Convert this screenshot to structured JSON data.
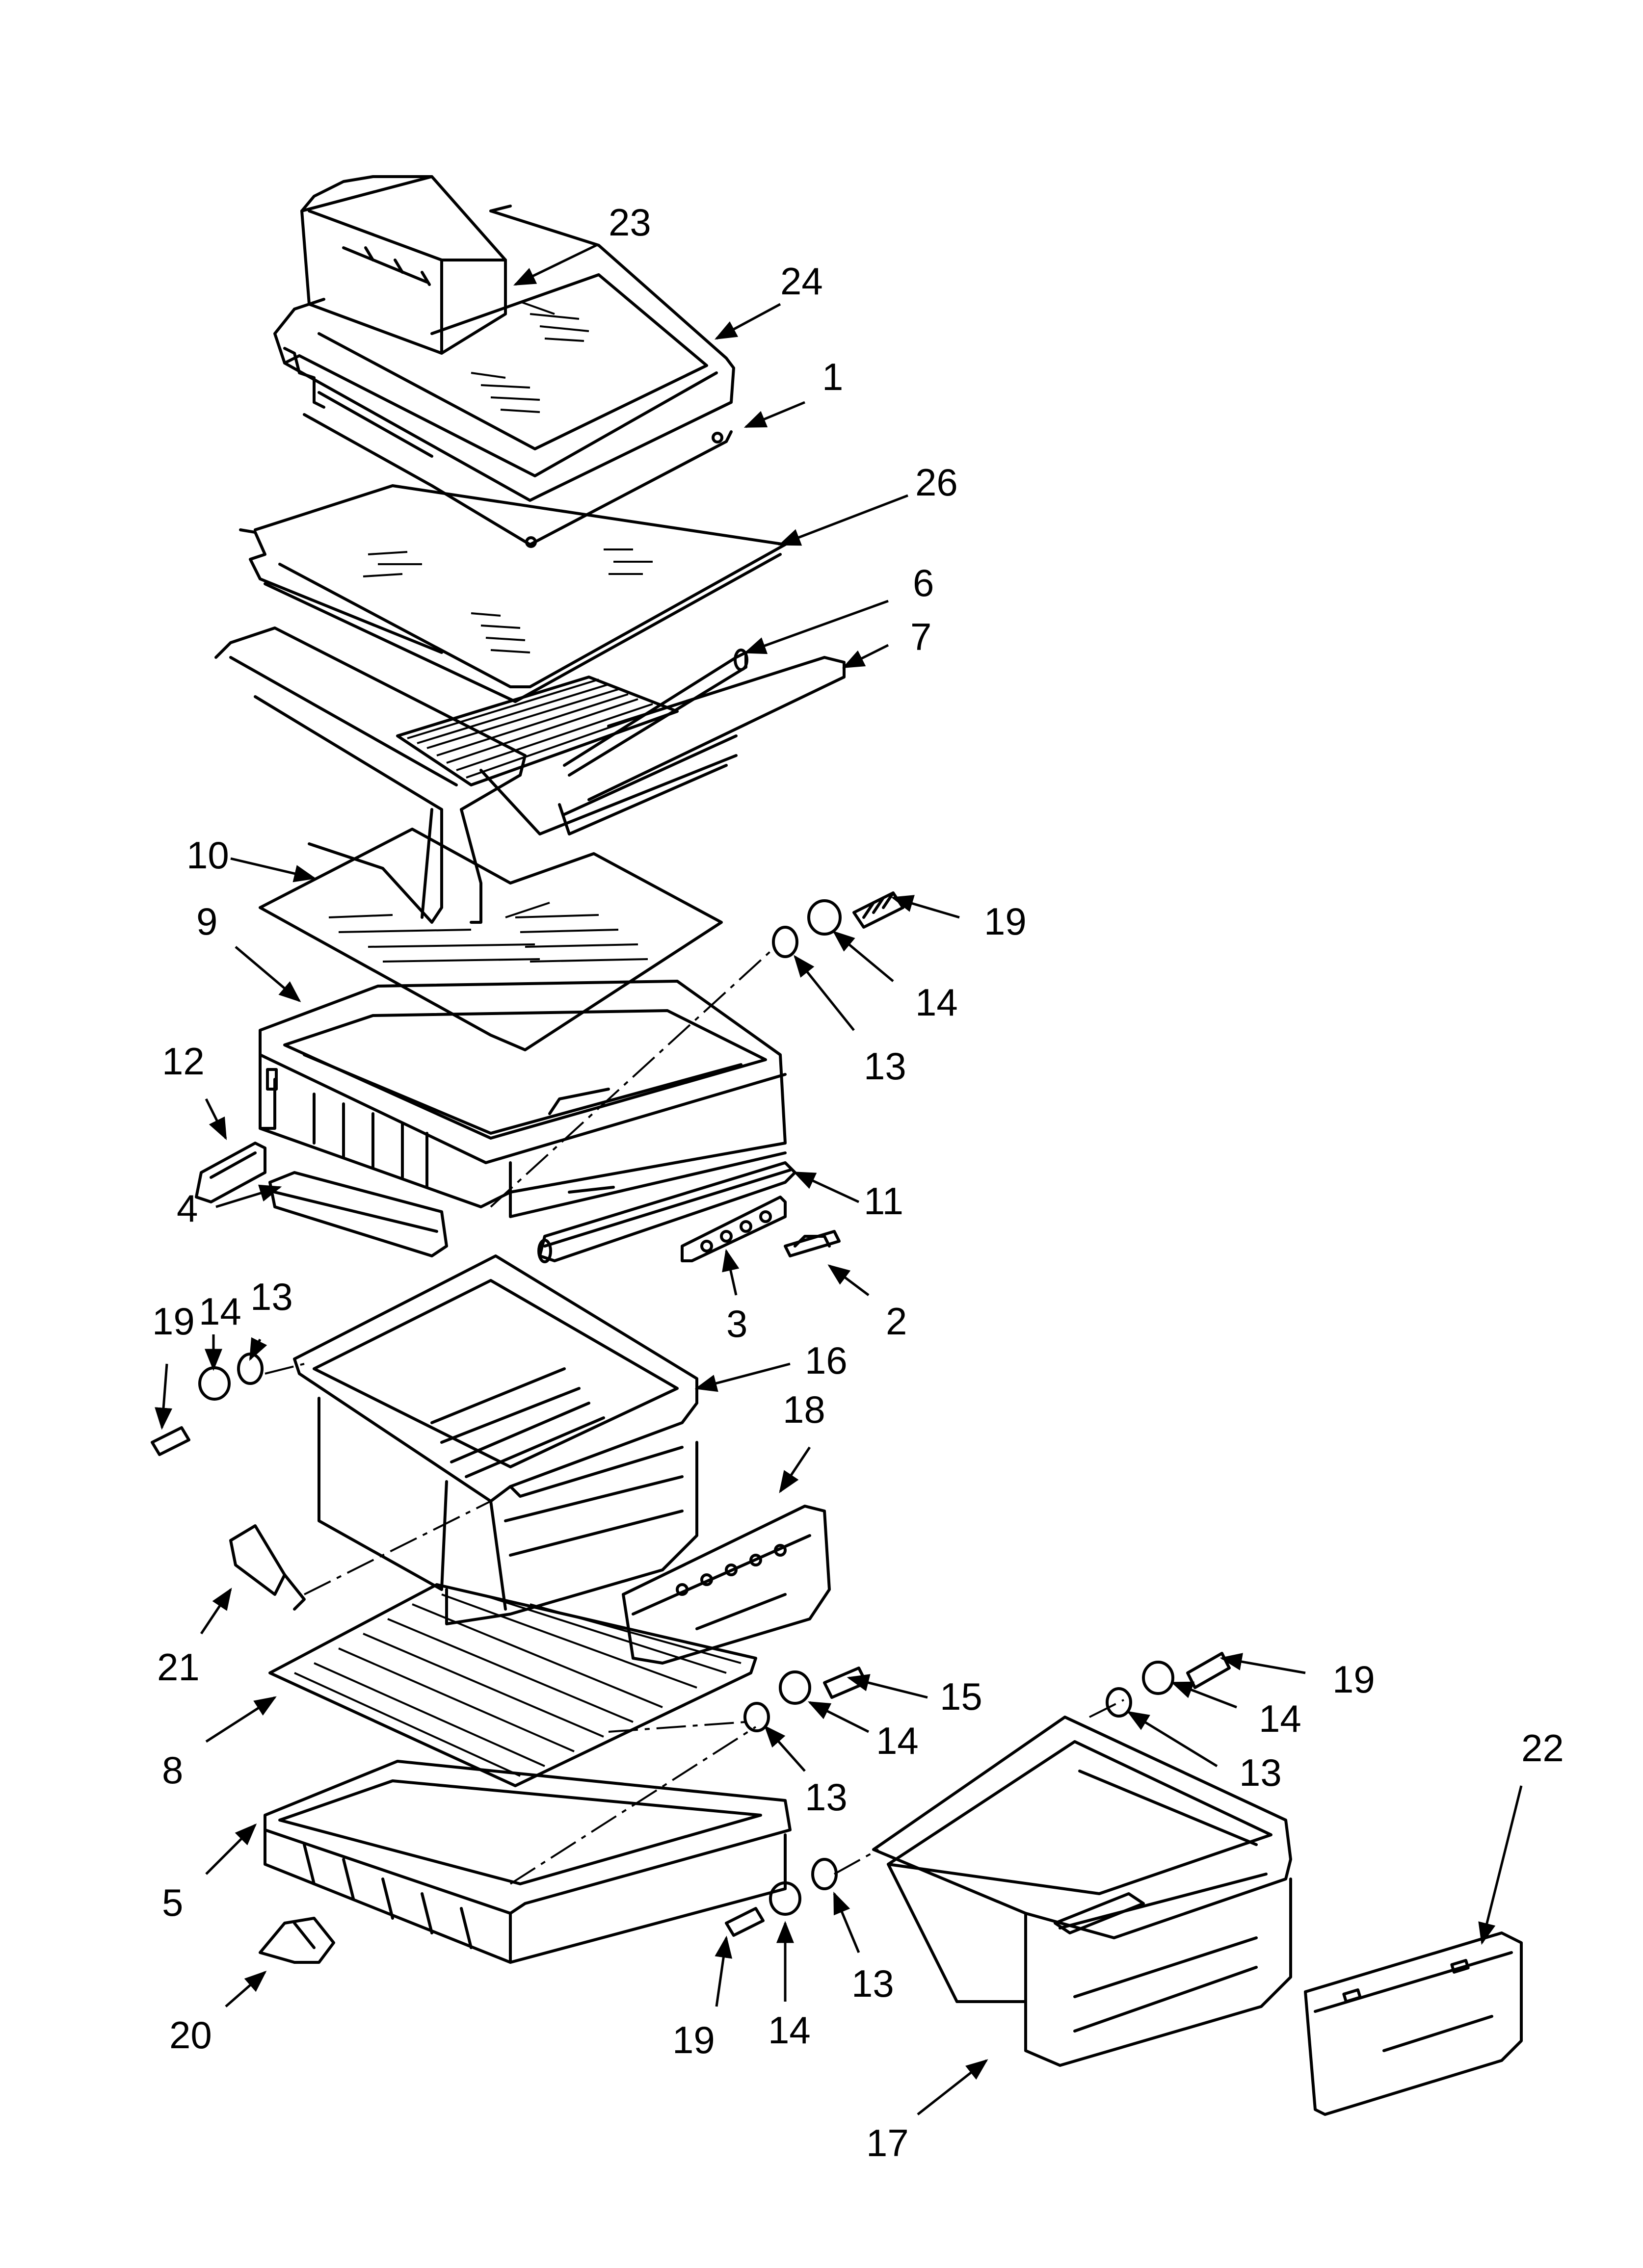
{
  "callouts": [
    {
      "id": "c23a",
      "text": "23"
    },
    {
      "id": "c24",
      "text": "24"
    },
    {
      "id": "c1",
      "text": "1"
    },
    {
      "id": "c26",
      "text": "26"
    },
    {
      "id": "c6",
      "text": "6"
    },
    {
      "id": "c7",
      "text": "7"
    },
    {
      "id": "c10",
      "text": "10"
    },
    {
      "id": "c9",
      "text": "9"
    },
    {
      "id": "c19a",
      "text": "19"
    },
    {
      "id": "c14a",
      "text": "14"
    },
    {
      "id": "c13a",
      "text": "13"
    },
    {
      "id": "c12",
      "text": "12"
    },
    {
      "id": "c4",
      "text": "4"
    },
    {
      "id": "c11",
      "text": "11"
    },
    {
      "id": "c3",
      "text": "3"
    },
    {
      "id": "c2",
      "text": "2"
    },
    {
      "id": "c19b",
      "text": "19"
    },
    {
      "id": "c14b",
      "text": "14"
    },
    {
      "id": "c13b",
      "text": "13"
    },
    {
      "id": "c16",
      "text": "16"
    },
    {
      "id": "c18",
      "text": "18"
    },
    {
      "id": "c21",
      "text": "21"
    },
    {
      "id": "c15",
      "text": "15"
    },
    {
      "id": "c14c",
      "text": "14"
    },
    {
      "id": "c13c",
      "text": "13"
    },
    {
      "id": "c19c",
      "text": "19"
    },
    {
      "id": "c14d",
      "text": "14"
    },
    {
      "id": "c13d",
      "text": "13"
    },
    {
      "id": "c22",
      "text": "22"
    },
    {
      "id": "c8",
      "text": "8"
    },
    {
      "id": "c5",
      "text": "5"
    },
    {
      "id": "c19d",
      "text": "19"
    },
    {
      "id": "c14e",
      "text": "14"
    },
    {
      "id": "c13e",
      "text": "13"
    },
    {
      "id": "c20",
      "text": "20"
    },
    {
      "id": "c17",
      "text": "17"
    }
  ]
}
